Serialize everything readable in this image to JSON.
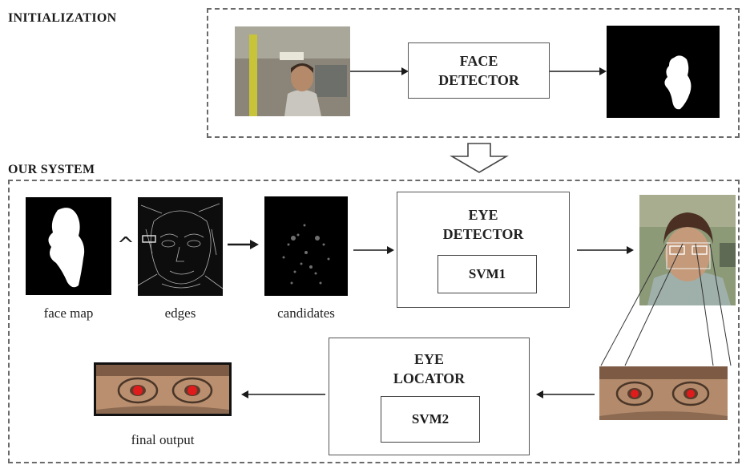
{
  "initialization": {
    "section_label": "INITIALIZATION",
    "face_detector_label": "FACE\nDETECTOR"
  },
  "our_system": {
    "section_label": "OUR SYSTEM",
    "eye_detector_label": "EYE\nDETECTOR",
    "svm1_label": "SVM1",
    "eye_locator_label": "EYE\nLOCATOR",
    "svm2_label": "SVM2"
  },
  "captions": {
    "face_map": "face map",
    "operator": "^",
    "edges": "edges",
    "candidates": "candidates",
    "final_output": "final output"
  },
  "colors": {
    "border": "#6a6a6a",
    "arrow": "#1a1a1a",
    "eye_marker": "#e01b1b"
  }
}
